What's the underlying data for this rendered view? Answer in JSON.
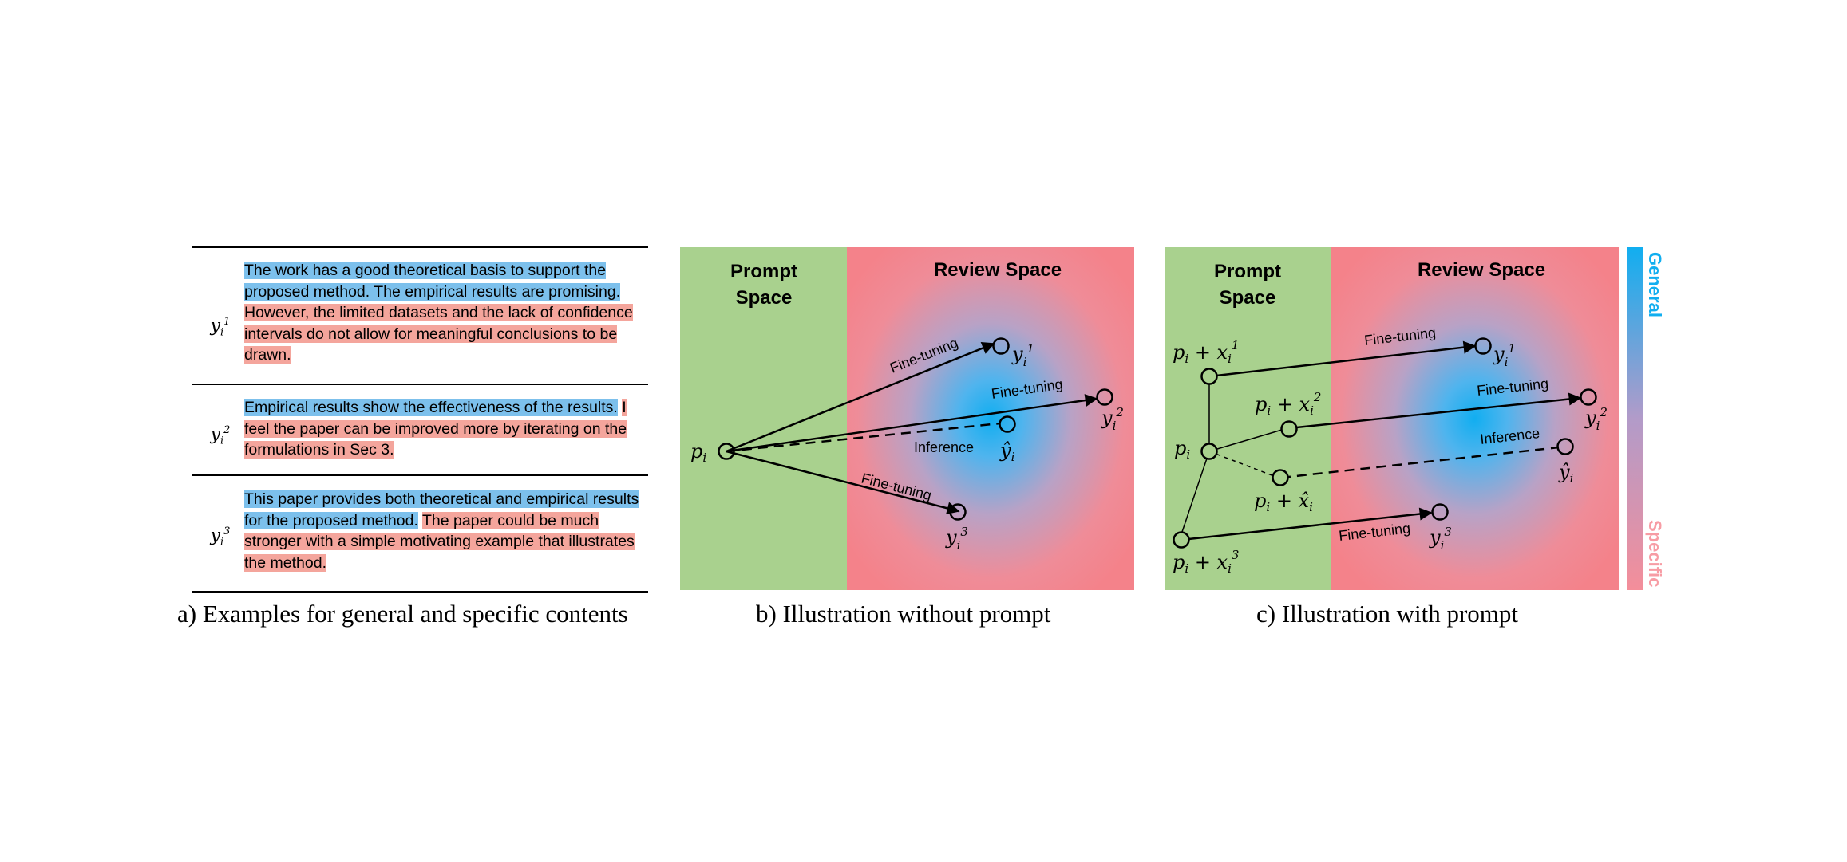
{
  "panel_a": {
    "caption": "a) Examples for general and specific contents",
    "rows": [
      {
        "sup": "1",
        "general": "The work has a good theoretical basis to support the proposed method. The empirical results are promising.",
        "specific": "However, the limited datasets and the lack of confidence intervals do not allow for meaningful conclusions to be drawn."
      },
      {
        "sup": "2",
        "general": "Empirical results show the effectiveness of the results.",
        "specific": "I feel the paper can be improved more by iterating on the formulations in Sec 3."
      },
      {
        "sup": "3",
        "general": "This paper provides both theoretical and empirical results for the proposed method.",
        "specific": "The paper could be much stronger with a simple motivating example that illustrates the method."
      }
    ]
  },
  "panel_b": {
    "caption": "b) Illustration without prompt",
    "prompt_space": [
      "Prompt",
      "Space"
    ],
    "review_space": "Review Space",
    "edge_fine_tuning": "Fine-tuning",
    "edge_inference": "Inference"
  },
  "panel_c": {
    "caption": "c) Illustration with prompt",
    "prompt_space": [
      "Prompt",
      "Space"
    ],
    "review_space": "Review Space",
    "edge_fine_tuning": "Fine-tuning",
    "edge_inference": "Inference"
  },
  "colorbar": {
    "top": "General",
    "bottom": "Specific"
  },
  "colors": {
    "prompt_space": "#a9d18e",
    "review_space": "#f4828a",
    "general": "#11aef0",
    "specific": "#f79ca4",
    "highlight_general": "#7cc0ec",
    "highlight_specific": "#f4a59c"
  }
}
